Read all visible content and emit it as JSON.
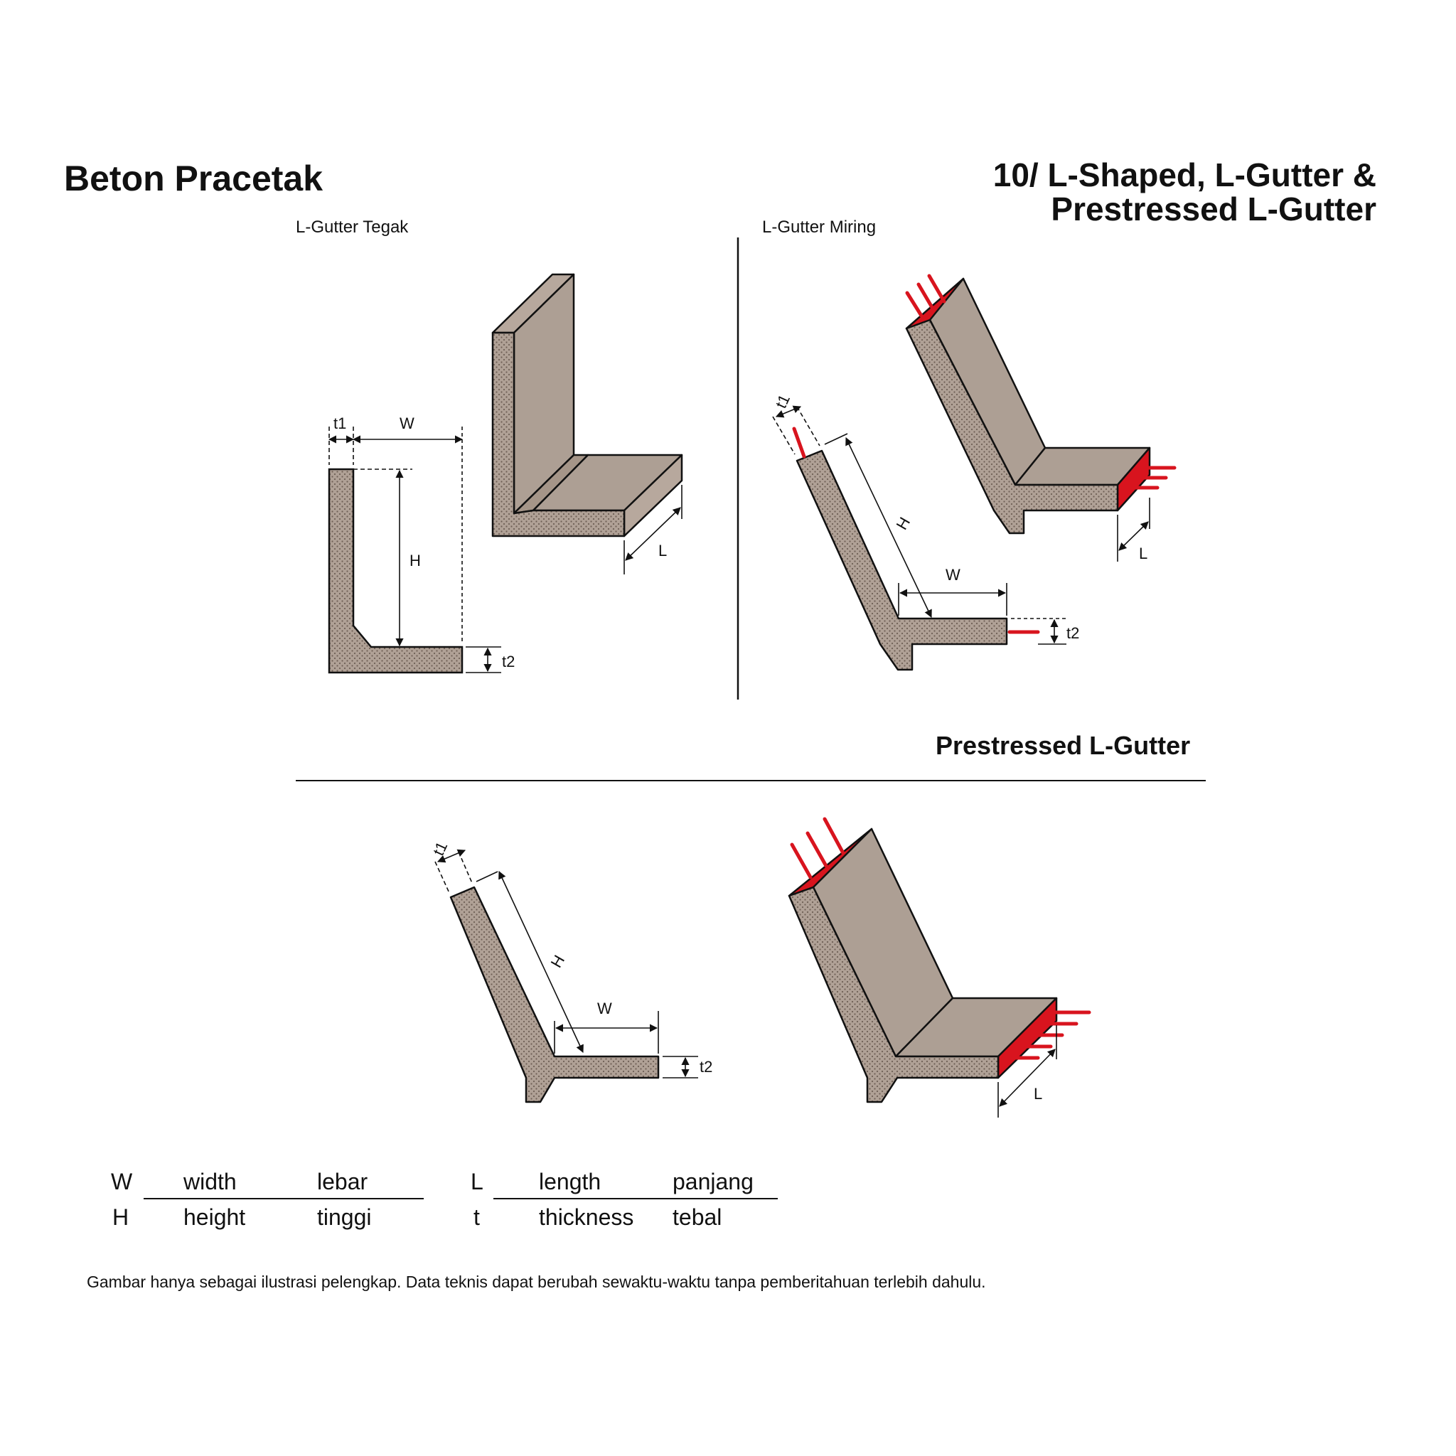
{
  "header": {
    "title_left": "Beton Pracetak",
    "title_right_line1": "10/ L-Shaped, L-Gutter &",
    "title_right_line2": "Prestressed L-Gutter"
  },
  "panels": {
    "tegak_label": "L-Gutter Tegak",
    "miring_label": "L-Gutter Miring",
    "prestressed_title": "Prestressed L-Gutter"
  },
  "dimensions": {
    "t1": "t1",
    "w": "W",
    "h": "H",
    "t2": "t2",
    "l": "L"
  },
  "legend": {
    "rows": [
      {
        "sym": "W",
        "en": "width",
        "id": "lebar",
        "sym2": "L",
        "en2": "length",
        "id2": "panjang"
      },
      {
        "sym": "H",
        "en": "height",
        "id": "tinggi",
        "sym2": "t",
        "en2": "thickness",
        "id2": "tebal"
      }
    ]
  },
  "footnote": "Gambar hanya sebagai ilustrasi pelengkap. Data teknis dapat berubah sewaktu-waktu tanpa pemberitahuan terlebih dahulu.",
  "colors": {
    "concrete": "#b0a196",
    "concrete_face": "#ad9f94",
    "strand": "#d8141e",
    "line": "#111111"
  }
}
